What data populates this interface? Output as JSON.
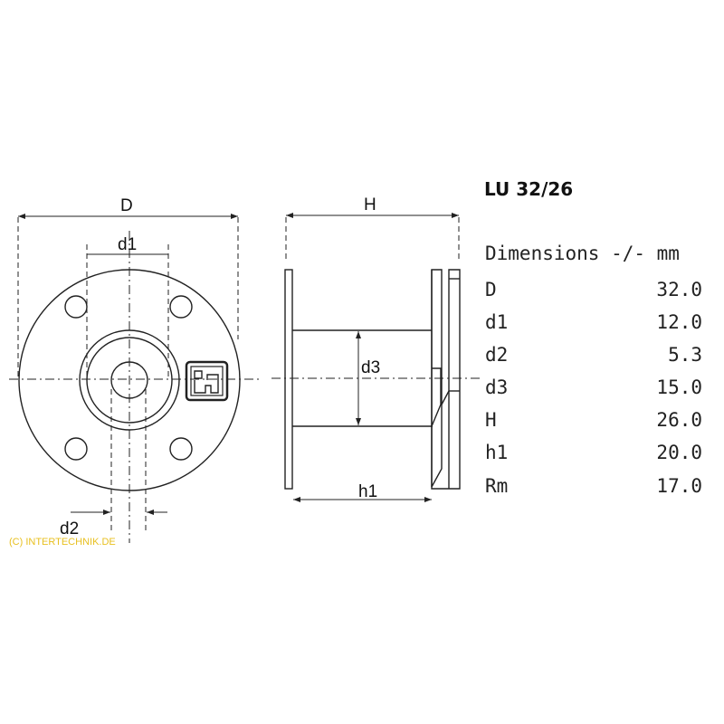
{
  "title": "LU 32/26",
  "table_header": "Dimensions -/- mm",
  "rows": [
    {
      "name": "D",
      "value": "32.0"
    },
    {
      "name": "d1",
      "value": "12.0"
    },
    {
      "name": "d2",
      "value": "5.3"
    },
    {
      "name": "d3",
      "value": "15.0"
    },
    {
      "name": "H",
      "value": "26.0"
    },
    {
      "name": "h1",
      "value": "20.0"
    },
    {
      "name": "Rm",
      "value": "17.0"
    }
  ],
  "labels": {
    "D": "D",
    "d1": "d1",
    "d2": "d2",
    "d3": "d3",
    "H": "H",
    "h1": "h1"
  },
  "copyright": "(C) INTERTECHNIK.DE"
}
